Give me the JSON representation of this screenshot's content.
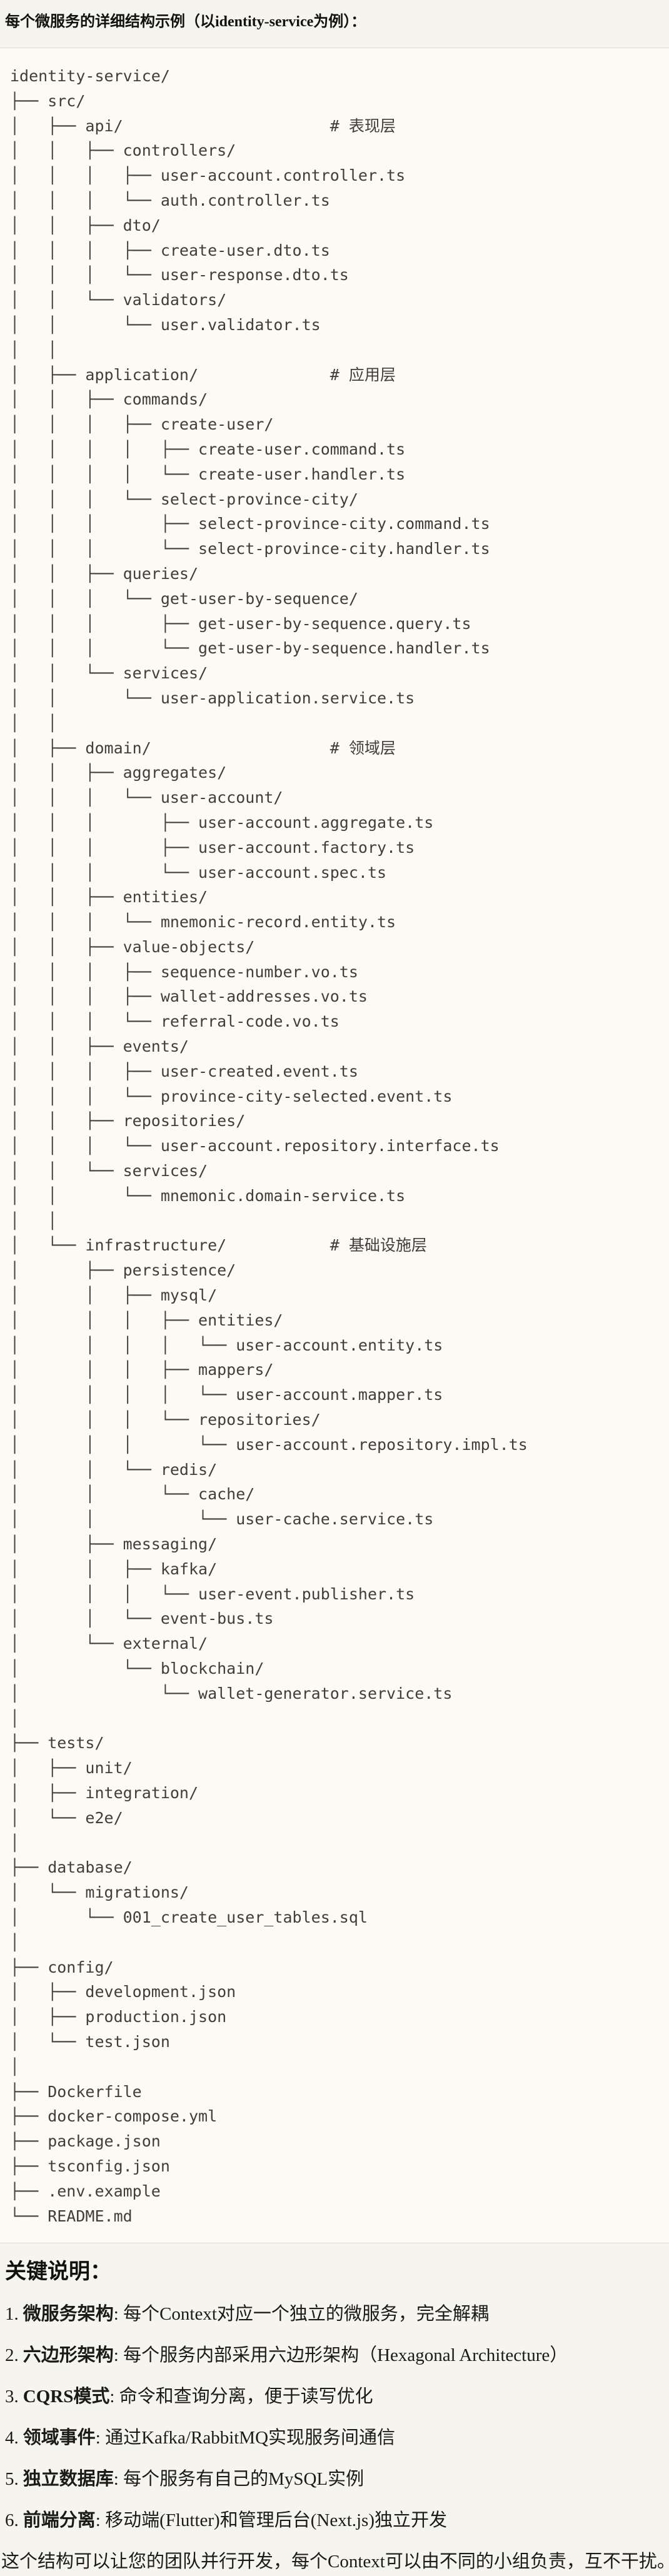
{
  "page": {
    "title": "每个微服务的详细结构示例（以identity-service为例）：",
    "colors": {
      "page_bg": "#F5F4EE",
      "code_bg": "#FBFAF5",
      "border": "#DBD9D0",
      "tree_text": "#3F3E3A",
      "text": "#1A1A18"
    }
  },
  "tree": {
    "lines": [
      "identity-service/",
      "├── src/",
      "│   ├── api/                      # 表现层",
      "│   │   ├── controllers/",
      "│   │   │   ├── user-account.controller.ts",
      "│   │   │   └── auth.controller.ts",
      "│   │   ├── dto/",
      "│   │   │   ├── create-user.dto.ts",
      "│   │   │   └── user-response.dto.ts",
      "│   │   └── validators/",
      "│   │       └── user.validator.ts",
      "│   │",
      "│   ├── application/              # 应用层",
      "│   │   ├── commands/",
      "│   │   │   ├── create-user/",
      "│   │   │   │   ├── create-user.command.ts",
      "│   │   │   │   └── create-user.handler.ts",
      "│   │   │   └── select-province-city/",
      "│   │   │       ├── select-province-city.command.ts",
      "│   │   │       └── select-province-city.handler.ts",
      "│   │   ├── queries/",
      "│   │   │   └── get-user-by-sequence/",
      "│   │   │       ├── get-user-by-sequence.query.ts",
      "│   │   │       └── get-user-by-sequence.handler.ts",
      "│   │   └── services/",
      "│   │       └── user-application.service.ts",
      "│   │",
      "│   ├── domain/                   # 领域层",
      "│   │   ├── aggregates/",
      "│   │   │   └── user-account/",
      "│   │   │       ├── user-account.aggregate.ts",
      "│   │   │       ├── user-account.factory.ts",
      "│   │   │       └── user-account.spec.ts",
      "│   │   ├── entities/",
      "│   │   │   └── mnemonic-record.entity.ts",
      "│   │   ├── value-objects/",
      "│   │   │   ├── sequence-number.vo.ts",
      "│   │   │   ├── wallet-addresses.vo.ts",
      "│   │   │   └── referral-code.vo.ts",
      "│   │   ├── events/",
      "│   │   │   ├── user-created.event.ts",
      "│   │   │   └── province-city-selected.event.ts",
      "│   │   ├── repositories/",
      "│   │   │   └── user-account.repository.interface.ts",
      "│   │   └── services/",
      "│   │       └── mnemonic.domain-service.ts",
      "│   │",
      "│   └── infrastructure/           # 基础设施层",
      "│       ├── persistence/",
      "│       │   ├── mysql/",
      "│       │   │   ├── entities/",
      "│       │   │   │   └── user-account.entity.ts",
      "│       │   │   ├── mappers/",
      "│       │   │   │   └── user-account.mapper.ts",
      "│       │   │   └── repositories/",
      "│       │   │       └── user-account.repository.impl.ts",
      "│       │   └── redis/",
      "│       │       └── cache/",
      "│       │           └── user-cache.service.ts",
      "│       ├── messaging/",
      "│       │   ├── kafka/",
      "│       │   │   └── user-event.publisher.ts",
      "│       │   └── event-bus.ts",
      "│       └── external/",
      "│           └── blockchain/",
      "│               └── wallet-generator.service.ts",
      "│",
      "├── tests/",
      "│   ├── unit/",
      "│   ├── integration/",
      "│   └── e2e/",
      "│",
      "├── database/",
      "│   └── migrations/",
      "│       └── 001_create_user_tables.sql",
      "│",
      "├── config/",
      "│   ├── development.json",
      "│   ├── production.json",
      "│   └── test.json",
      "│",
      "├── Dockerfile",
      "├── docker-compose.yml",
      "├── package.json",
      "├── tsconfig.json",
      "├── .env.example",
      "└── README.md"
    ]
  },
  "notes": {
    "heading": "关键说明：",
    "items": [
      {
        "num": "1.",
        "term": "微服务架构",
        "text": ": 每个Context对应一个独立的微服务，完全解耦"
      },
      {
        "num": "2.",
        "term": "六边形架构",
        "text": ": 每个服务内部采用六边形架构（Hexagonal Architecture）"
      },
      {
        "num": "3.",
        "term": "CQRS模式",
        "text": ": 命令和查询分离，便于读写优化"
      },
      {
        "num": "4.",
        "term": "领域事件",
        "text": ": 通过Kafka/RabbitMQ实现服务间通信"
      },
      {
        "num": "5.",
        "term": "独立数据库",
        "text": ": 每个服务有自己的MySQL实例"
      },
      {
        "num": "6.",
        "term": "前端分离",
        "text": ": 移动端(Flutter)和管理后台(Next.js)独立开发"
      }
    ],
    "closing": "这个结构可以让您的团队并行开发，每个Context可以由不同的小组负责，互不干扰。"
  }
}
